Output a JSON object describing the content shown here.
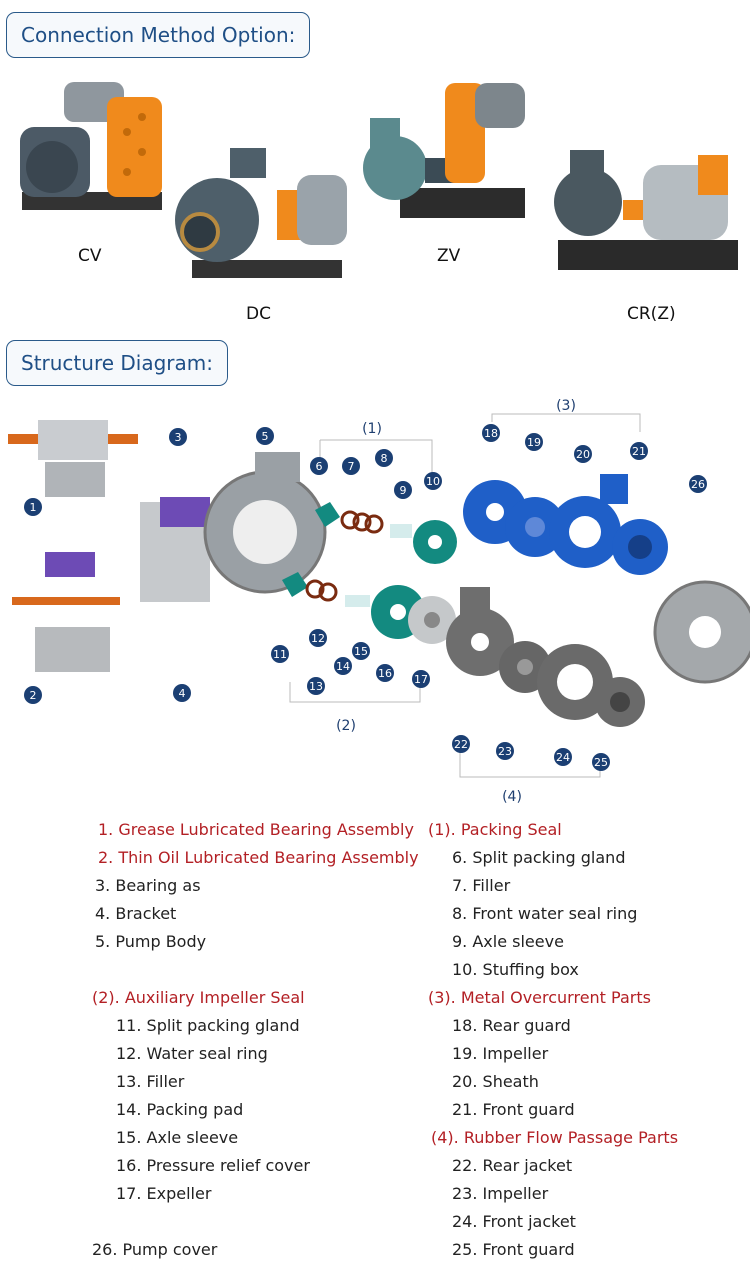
{
  "connection": {
    "title": "Connection Method Option:",
    "captions": [
      "CV",
      "DC",
      "ZV",
      "CR(Z)"
    ]
  },
  "structure": {
    "title": "Structure Diagram:",
    "group_labels": [
      "(1)",
      "(2)",
      "(3)",
      "(4)"
    ],
    "callouts": [
      "1",
      "2",
      "3",
      "4",
      "5",
      "6",
      "7",
      "8",
      "9",
      "10",
      "11",
      "12",
      "13",
      "14",
      "15",
      "16",
      "17",
      "18",
      "19",
      "20",
      "21",
      "22",
      "23",
      "24",
      "25",
      "26"
    ]
  },
  "legend": {
    "left": [
      {
        "text": "1.  Grease Lubricated Bearing Assembly",
        "style": "red"
      },
      {
        "text": "2. Thin Oil Lubricated Bearing Assembly",
        "style": "red"
      },
      {
        "text": "3. Bearing as",
        "style": "black"
      },
      {
        "text": "4. Bracket",
        "style": "black"
      },
      {
        "text": "5. Pump Body",
        "style": "black"
      },
      {
        "text": "(2). Auxiliary Impeller Seal",
        "style": "red"
      },
      {
        "text": "11. Split packing gland",
        "style": "black"
      },
      {
        "text": "12. Water seal ring",
        "style": "black"
      },
      {
        "text": "13. Filler",
        "style": "black"
      },
      {
        "text": "14. Packing pad",
        "style": "black"
      },
      {
        "text": "15. Axle sleeve",
        "style": "black"
      },
      {
        "text": "16. Pressure relief cover",
        "style": "black"
      },
      {
        "text": "17. Expeller",
        "style": "black"
      },
      {
        "text": "26. Pump cover",
        "style": "black"
      }
    ],
    "right": [
      {
        "text": "(1). Packing Seal",
        "style": "red"
      },
      {
        "text": "6. Split packing gland",
        "style": "black"
      },
      {
        "text": "7. Filler",
        "style": "black"
      },
      {
        "text": "8. Front water seal ring",
        "style": "black"
      },
      {
        "text": "9. Axle sleeve",
        "style": "black"
      },
      {
        "text": "10. Stuffing box",
        "style": "black"
      },
      {
        "text": "(3). Metal Overcurrent Parts",
        "style": "red"
      },
      {
        "text": "18. Rear guard",
        "style": "black"
      },
      {
        "text": "19. Impeller",
        "style": "black"
      },
      {
        "text": "20. Sheath",
        "style": "black"
      },
      {
        "text": "21. Front guard",
        "style": "black"
      },
      {
        "text": "(4). Rubber Flow Passage Parts",
        "style": "red"
      },
      {
        "text": "22. Rear jacket",
        "style": "black"
      },
      {
        "text": "23. Impeller",
        "style": "black"
      },
      {
        "text": "24. Front jacket",
        "style": "black"
      },
      {
        "text": "25. Front guard",
        "style": "black"
      }
    ]
  },
  "colors": {
    "tab_text": "#1f4f86",
    "red_text": "#b32025",
    "callout_fill": "#1b3f73",
    "orange": "#f08a1c",
    "blue_part": "#1f5fc8",
    "teal_part": "#138a80"
  }
}
